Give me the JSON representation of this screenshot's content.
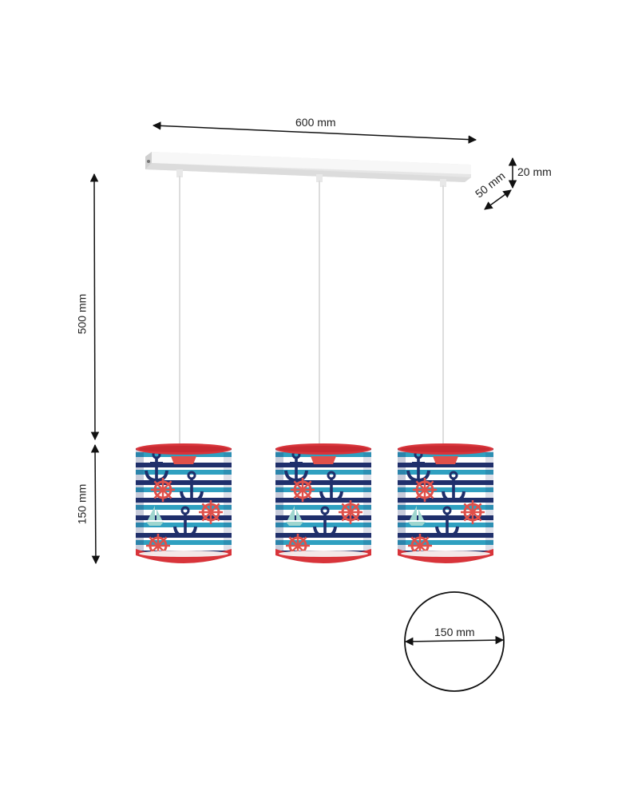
{
  "dimensions": {
    "width": "600 mm",
    "height_cable": "500 mm",
    "height_shade": "150 mm",
    "canopy_height": "20 mm",
    "canopy_depth": "50 mm",
    "shade_diameter": "150 mm"
  },
  "colors": {
    "stripe_navy": "#1f2f6b",
    "stripe_teal": "#2fa0c0",
    "stripe_light": "#ffffff",
    "trim_red": "#d8343a",
    "motif_red": "#e0504a",
    "motif_mint": "#9fd6cf",
    "canopy": "#f2f2f2",
    "dimension_line": "#111111"
  },
  "product": {
    "shade_count": 3,
    "motifs": [
      "anchor",
      "ship-wheel",
      "sailboat"
    ]
  }
}
